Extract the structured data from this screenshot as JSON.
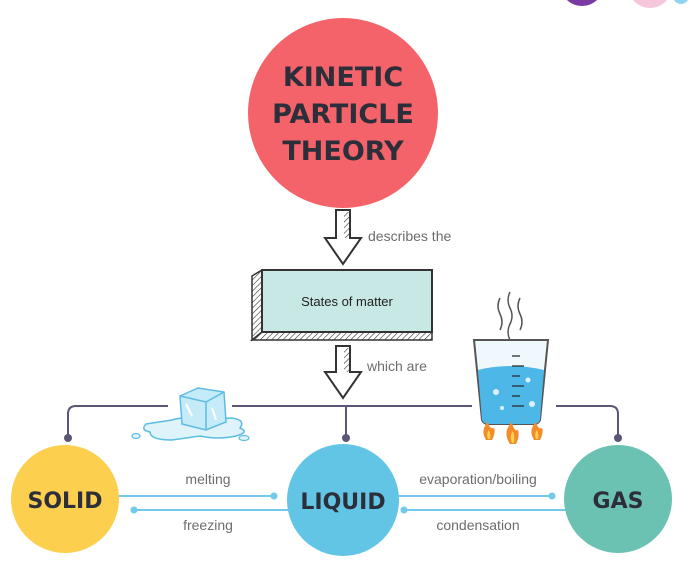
{
  "title": {
    "line1": "KINETIC",
    "line2": "PARTICLE",
    "line3": "THEORY"
  },
  "connector_top": "describes the",
  "states_box": "States of matter",
  "connector_bottom": "which are",
  "states": {
    "solid": "SOLID",
    "liquid": "LIQUID",
    "gas": "GAS"
  },
  "transitions": {
    "melting": "melting",
    "freezing": "freezing",
    "evaporation": "evaporation/boiling",
    "condensation": "condensation"
  },
  "colors": {
    "title_circle": "#f5636a",
    "solid_circle": "#fccf4e",
    "liquid_circle": "#62c5e6",
    "gas_circle": "#6cc2b2",
    "state_box": "#c7e8e4",
    "connector_line": "#5b5676",
    "transition_line": "#73c9ec",
    "corner_purple": "#7b3aa3",
    "corner_pink": "#f6c6dd"
  },
  "icons": {
    "ice": "ice-cube-icon",
    "beaker": "boiling-beaker-icon",
    "flame": "flame-icon",
    "steam": "steam-icon",
    "arrow": "hatched-down-arrow-icon"
  }
}
